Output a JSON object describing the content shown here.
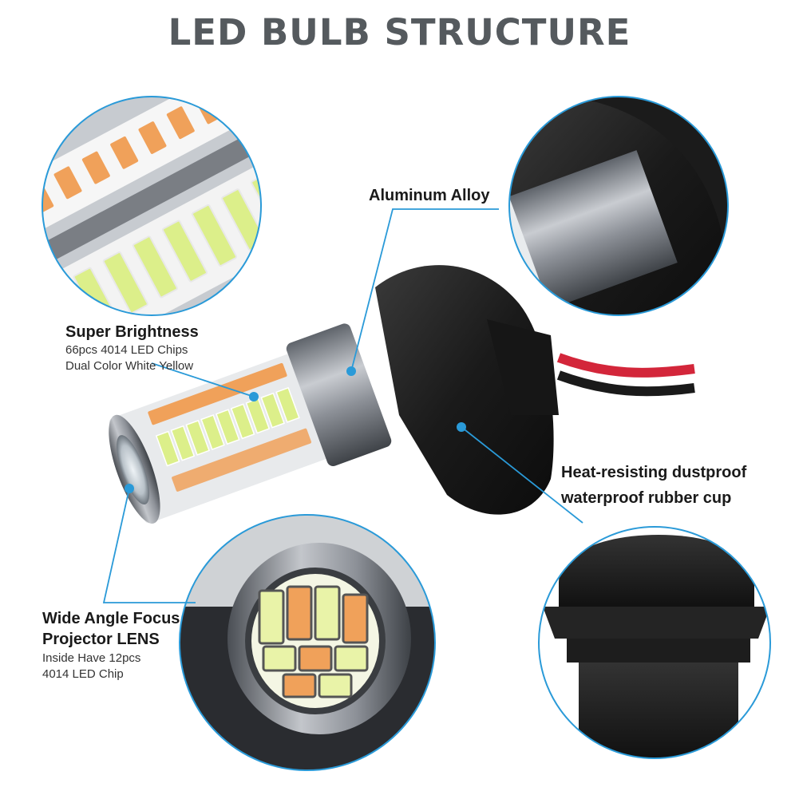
{
  "title": "LED BULB STRUCTURE",
  "colors": {
    "accent_ring": "#2a9ad8",
    "rubber": "#1c1c1c",
    "metal": "#8c9097",
    "led_amber": "#f0a15a",
    "led_white_yellow": "#dcef8a"
  },
  "features": {
    "brightness": {
      "title": "Super Brightness",
      "line1": "66pcs 4014 LED Chips",
      "line2": "Dual Color White Yellow"
    },
    "alloy": {
      "title": "Aluminum Alloy"
    },
    "rubber": {
      "title_line1": "Heat-resisting dustproof",
      "title_line2": "waterproof  rubber cup"
    },
    "lens": {
      "title_line1": "Wide Angle Focus",
      "title_line2": "Projector LENS",
      "line1": "Inside Have 12pcs",
      "line2": "4014 LED Chip"
    }
  }
}
